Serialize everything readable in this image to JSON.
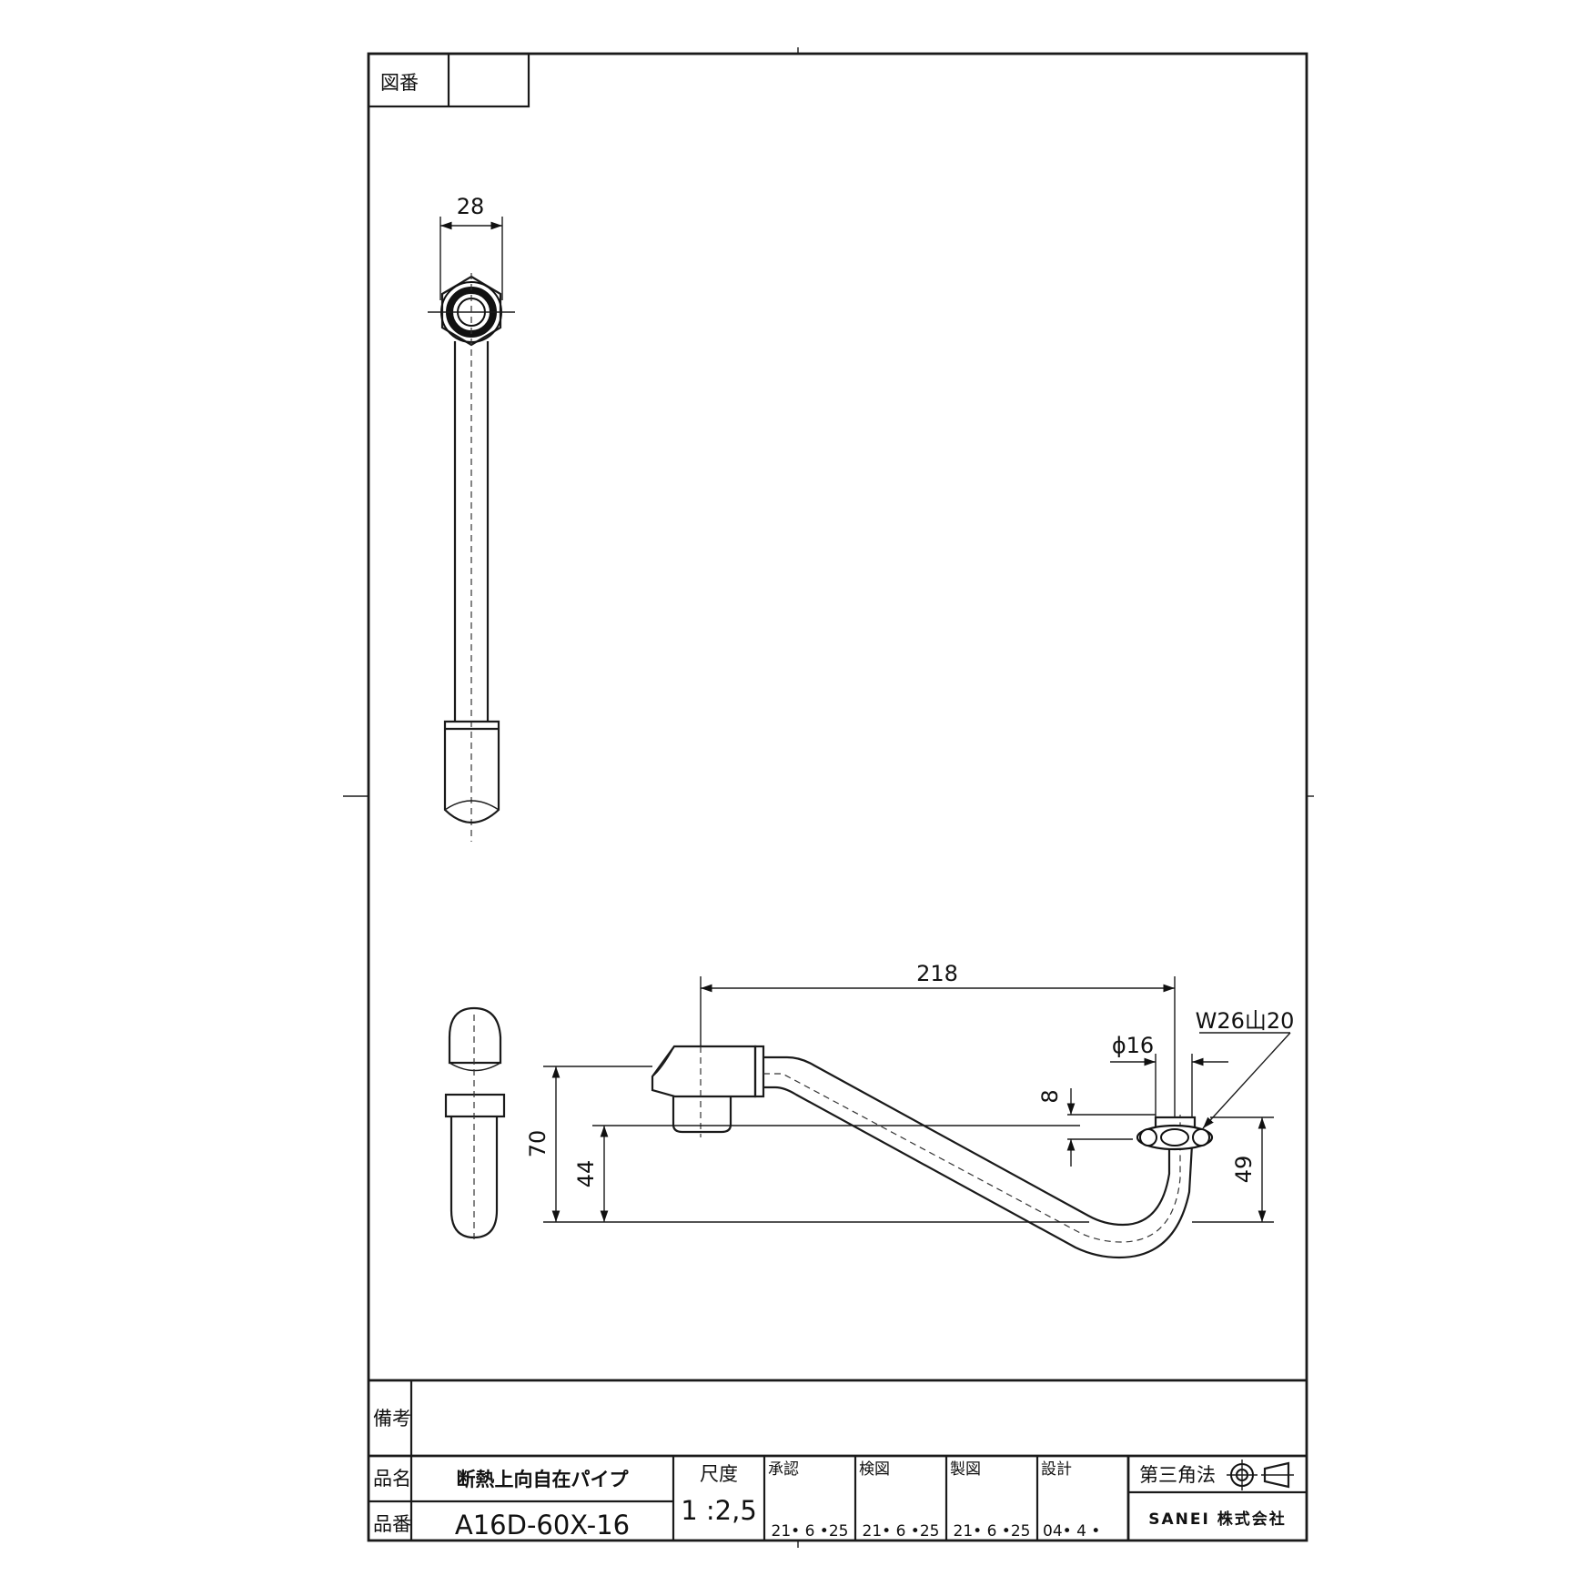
{
  "drawing_number_label": "図番",
  "drawing_number_value": "",
  "dimensions": {
    "width_top": "28",
    "length": "218",
    "height_total": "70",
    "height_outlet": "44",
    "height_tail": "49",
    "drop": "8",
    "diameter": "ϕ16",
    "thread": "W26山20"
  },
  "title_block": {
    "remarks_label": "備考",
    "remarks_value": "",
    "product_name_label": "品名",
    "product_name": "断熱上向自在パイプ",
    "product_number_label": "品番",
    "product_number": "A16D-60X-16",
    "scale_label": "尺度",
    "scale_value": "1 :2,5",
    "approved_label": "承認",
    "approved_date": "21• 6 •25",
    "checked_label": "検図",
    "checked_date": "21• 6 •25",
    "drawn_label": "製図",
    "drawn_date": "21• 6 •25",
    "design_label": "設計",
    "design_date": "04• 4 •",
    "projection_label": "第三角法",
    "company": "SANEI 株式会社"
  }
}
